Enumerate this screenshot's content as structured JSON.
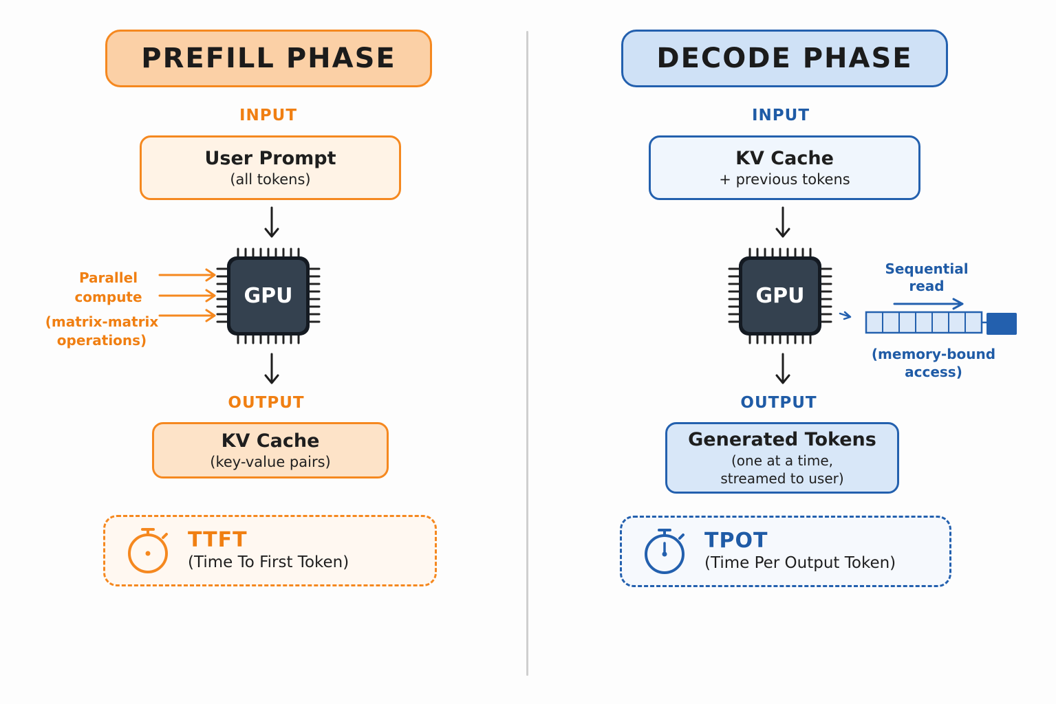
{
  "prefill": {
    "title": "PREFILL PHASE",
    "input_label": "INPUT",
    "input_main": "User Prompt",
    "input_sub": "(all tokens)",
    "gpu_label": "GPU",
    "side_note_1": "Parallel",
    "side_note_2": "compute",
    "side_note_3": "(matrix-matrix",
    "side_note_4": "operations)",
    "output_label": "OUTPUT",
    "output_main": "KV Cache",
    "output_sub": "(key-value pairs)",
    "metric_abbr": "TTFT",
    "metric_full": "(Time To First Token)",
    "metric_icon": "stopwatch-icon",
    "accent_color": "#f5881f"
  },
  "decode": {
    "title": "DECODE PHASE",
    "input_label": "INPUT",
    "input_main": "KV Cache",
    "input_sub": "+ previous tokens",
    "gpu_label": "GPU",
    "side_note_1": "Sequential",
    "side_note_2": "read",
    "side_note_3": "(memory-bound",
    "side_note_4": "access)",
    "output_label": "OUTPUT",
    "output_main": "Generated Tokens",
    "output_sub_1": "(one at a time,",
    "output_sub_2": "streamed to user)",
    "metric_abbr": "TPOT",
    "metric_full": "(Time Per Output Token)",
    "metric_icon": "stopwatch-icon",
    "accent_color": "#2360ae"
  }
}
